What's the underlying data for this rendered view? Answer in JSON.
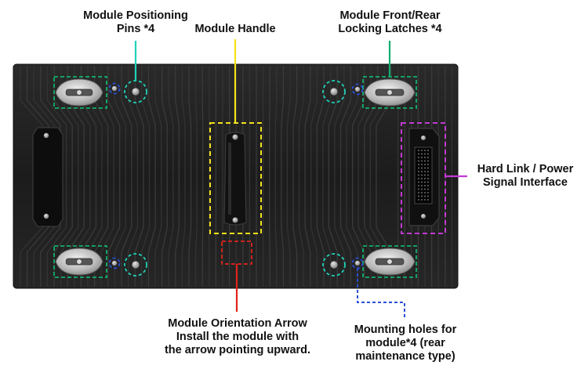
{
  "labels": {
    "positioning_pins": [
      "Module Positioning",
      "Pins *4"
    ],
    "handle": [
      "Module Handle"
    ],
    "locking_latches": [
      "Module Front/Rear",
      "Locking Latches *4"
    ],
    "hard_link": [
      "Hard Link / Power",
      "Signal Interface"
    ],
    "orientation_arrow": [
      "Module Orientation Arrow",
      "Install the module with",
      "the arrow pointing upward."
    ],
    "mounting_holes": [
      "Mounting holes for",
      "module*4 (rear",
      "maintenance type)"
    ]
  },
  "colors": {
    "positioning_pins": "#1fd1b8",
    "handle": "#f2e21a",
    "locking_latches": "#12b06e",
    "hard_link": "#c23ad1",
    "orientation_arrow": "#e0231b",
    "mounting_holes": "#2a4fd6",
    "module_body": "#1e1e1e"
  }
}
